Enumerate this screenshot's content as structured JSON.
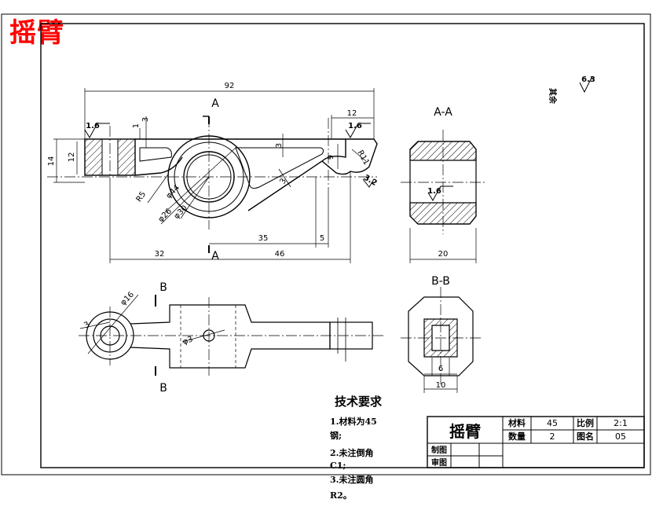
{
  "corner_title": "摇臂",
  "view_labels": {
    "a_top": "A",
    "a_bottom": "A",
    "b_top": "B",
    "b_bottom": "B",
    "section_aa": "A-A",
    "section_bb": "B-B"
  },
  "dimensions": {
    "overall_length": "92",
    "top_right_width": "12",
    "left_height": "14",
    "left_inner_height": "12",
    "rib_thickness_left": "3",
    "gap_small": "1",
    "rib_thickness_mid": "3",
    "rib_slope": "3",
    "right_height": "9",
    "radius_right": "R11",
    "radius_hole_left": "R5",
    "hub_dia_outer": "φ44",
    "hub_dia_bore": "φ26",
    "hub_dia_inner": "φ30",
    "len_35": "35",
    "len_5": "5",
    "len_32": "32",
    "len_46": "46",
    "aa_width": "20",
    "bb_inner": "6",
    "bb_outer": "10",
    "b_hole_dia": "φ16",
    "b_small": "3",
    "b_center_hole": "φ3"
  },
  "roughness": {
    "left": "1.6",
    "right": "1.6",
    "aa": "1.6",
    "side": "6.3",
    "bottom_right": "3.2",
    "note": "其余"
  },
  "tech_requirements": {
    "title": "技术要求",
    "lines": [
      "1.材料为45",
      "钢;",
      "2.未注倒角",
      "C1;",
      "3.未注圆角",
      "R2。"
    ]
  },
  "title_block": {
    "part_name": "摇臂",
    "material_label": "材料",
    "material_value": "45",
    "scale_label": "比例",
    "scale_value": "2:1",
    "quantity_label": "数量",
    "quantity_value": "2",
    "drawing_no_label": "图名",
    "drawing_no_value": "05",
    "drawn_by_label": "制图",
    "checked_by_label": "审图"
  }
}
